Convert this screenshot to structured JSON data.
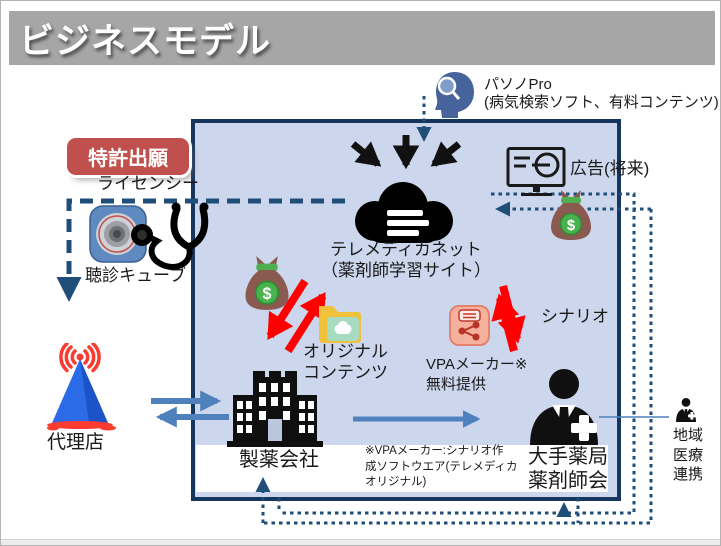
{
  "title": "ビジネスモデル",
  "badges": {
    "patent": "特許出願",
    "licensee": "ライセンシー"
  },
  "left": {
    "stethoscope_label": "聴診キューブ",
    "agency_label": "代理店"
  },
  "top": {
    "pasono_title": "パソノPro",
    "pasono_sub": "(病気検索ソフト、有料コンテンツ)",
    "ad_label": "広告(将来)"
  },
  "cloud": {
    "name": "テレメディカネット",
    "sub": "（薬剤師学習サイト）"
  },
  "center": {
    "original_contents": "オリジナル\nコンテンツ",
    "scenario": "シナリオ",
    "vpa": "VPAメーカー※\n無料提供",
    "pharma_company": "製薬会社",
    "pharmacy_assoc": "大手薬局\n薬剤師会",
    "vpa_note": "※VPAメーカー:シナリオ作\n成ソフトウエア(テレメディカ\nオリジナル)"
  },
  "right": {
    "regional": "地域\n医療\n連携"
  },
  "icons": {
    "pasono": "head-search-icon",
    "ad": "billboard-icon",
    "money": "money-bag-icon",
    "money_symbol": "$",
    "cloud": "cloud-icon",
    "folder": "folder-cloud-icon",
    "vpa": "share-app-icon",
    "company": "building-icon",
    "pharmacist": "pharmacist-icon",
    "cube": "device-cube-icon",
    "stethoscope": "stethoscope-icon",
    "agency": "antenna-icon"
  },
  "colors": {
    "header_bg": "#a6a6a6",
    "patent_badge": "#c0504d",
    "box_fill": "#ccd6ec",
    "box_border": "#17365d",
    "connector_navy": "#1f4e79",
    "arrow_blue": "#4f81bd",
    "arrow_red": "#fe0000",
    "arrow_black": "#111111"
  }
}
